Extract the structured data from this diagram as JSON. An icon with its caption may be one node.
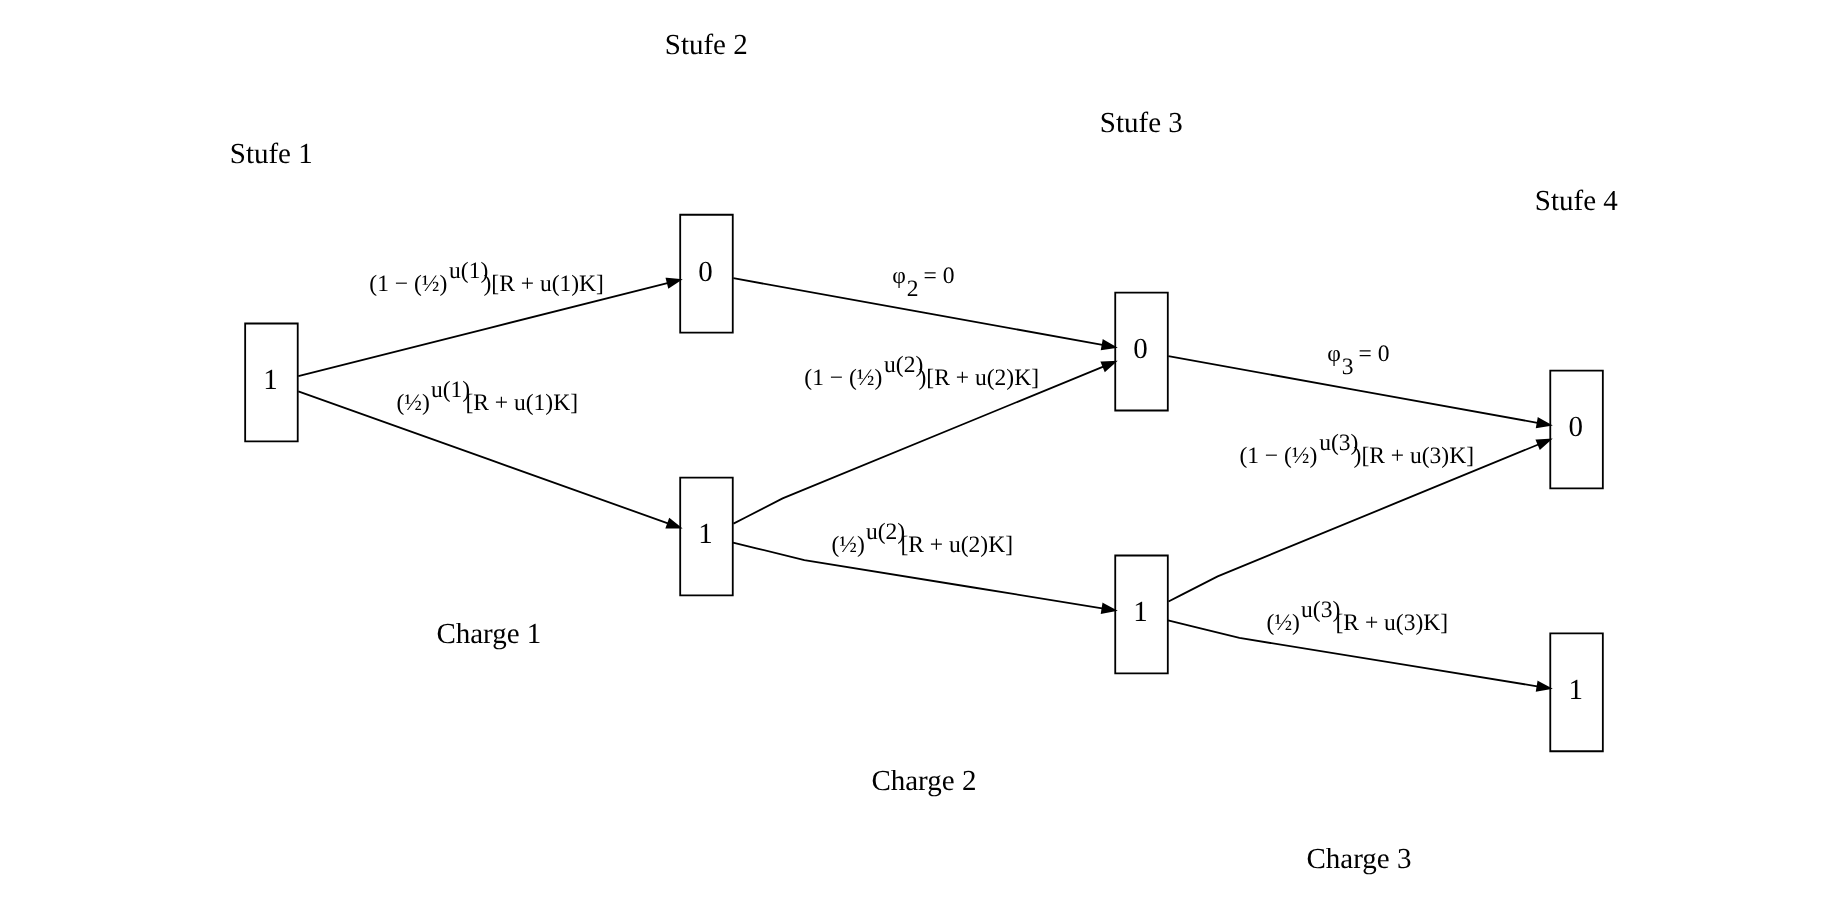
{
  "diagram": {
    "nodes": [
      {
        "text": [
          "1"
        ]
      },
      {
        "text": [
          "0"
        ]
      },
      {
        "text": [
          "1"
        ]
      },
      {
        "text": [
          "0"
        ]
      },
      {
        "text": [
          "1"
        ]
      },
      {
        "text": [
          "0"
        ]
      },
      {
        "text": [
          "1"
        ]
      }
    ],
    "edges": [
      {
        "from": 0,
        "to": 1,
        "arrow": "to",
        "label": "(1 − (½)$^{u(1)}$)[R + u(1)K]"
      },
      {
        "from": 0,
        "to": 2,
        "arrow": "to",
        "label": "(½)$^{u(1)}$[R + u(1)K]"
      },
      {
        "from": 1,
        "to": 3,
        "arrow": "to",
        "label": "φ$_{2}$ = 0"
      },
      {
        "from": 2,
        "to": 3,
        "arrow": "to",
        "label": "(1 − (½)$^{u(2)}$)[R + u(2)K]"
      },
      {
        "from": 2,
        "to": 4,
        "arrow": "to",
        "label": "(½)$^{u(2)}$[R + u(2)K]"
      },
      {
        "from": 3,
        "to": 5,
        "arrow": "to",
        "label": "φ$_{3}$ = 0"
      },
      {
        "from": 4,
        "to": 5,
        "arrow": "to",
        "label": "(1 − (½)$^{u(3)}$)[R + u(3)K]"
      },
      {
        "from": 4,
        "to": 6,
        "arrow": "to",
        "label": "(½)$^{u(3)}$[R + u(3)K]"
      }
    ],
    "labels": [
      "Stufe 1",
      "Stufe 2",
      "Stufe 3",
      "Stufe 4",
      "Charge 1",
      "Charge 2",
      "Charge 3"
    ]
  }
}
